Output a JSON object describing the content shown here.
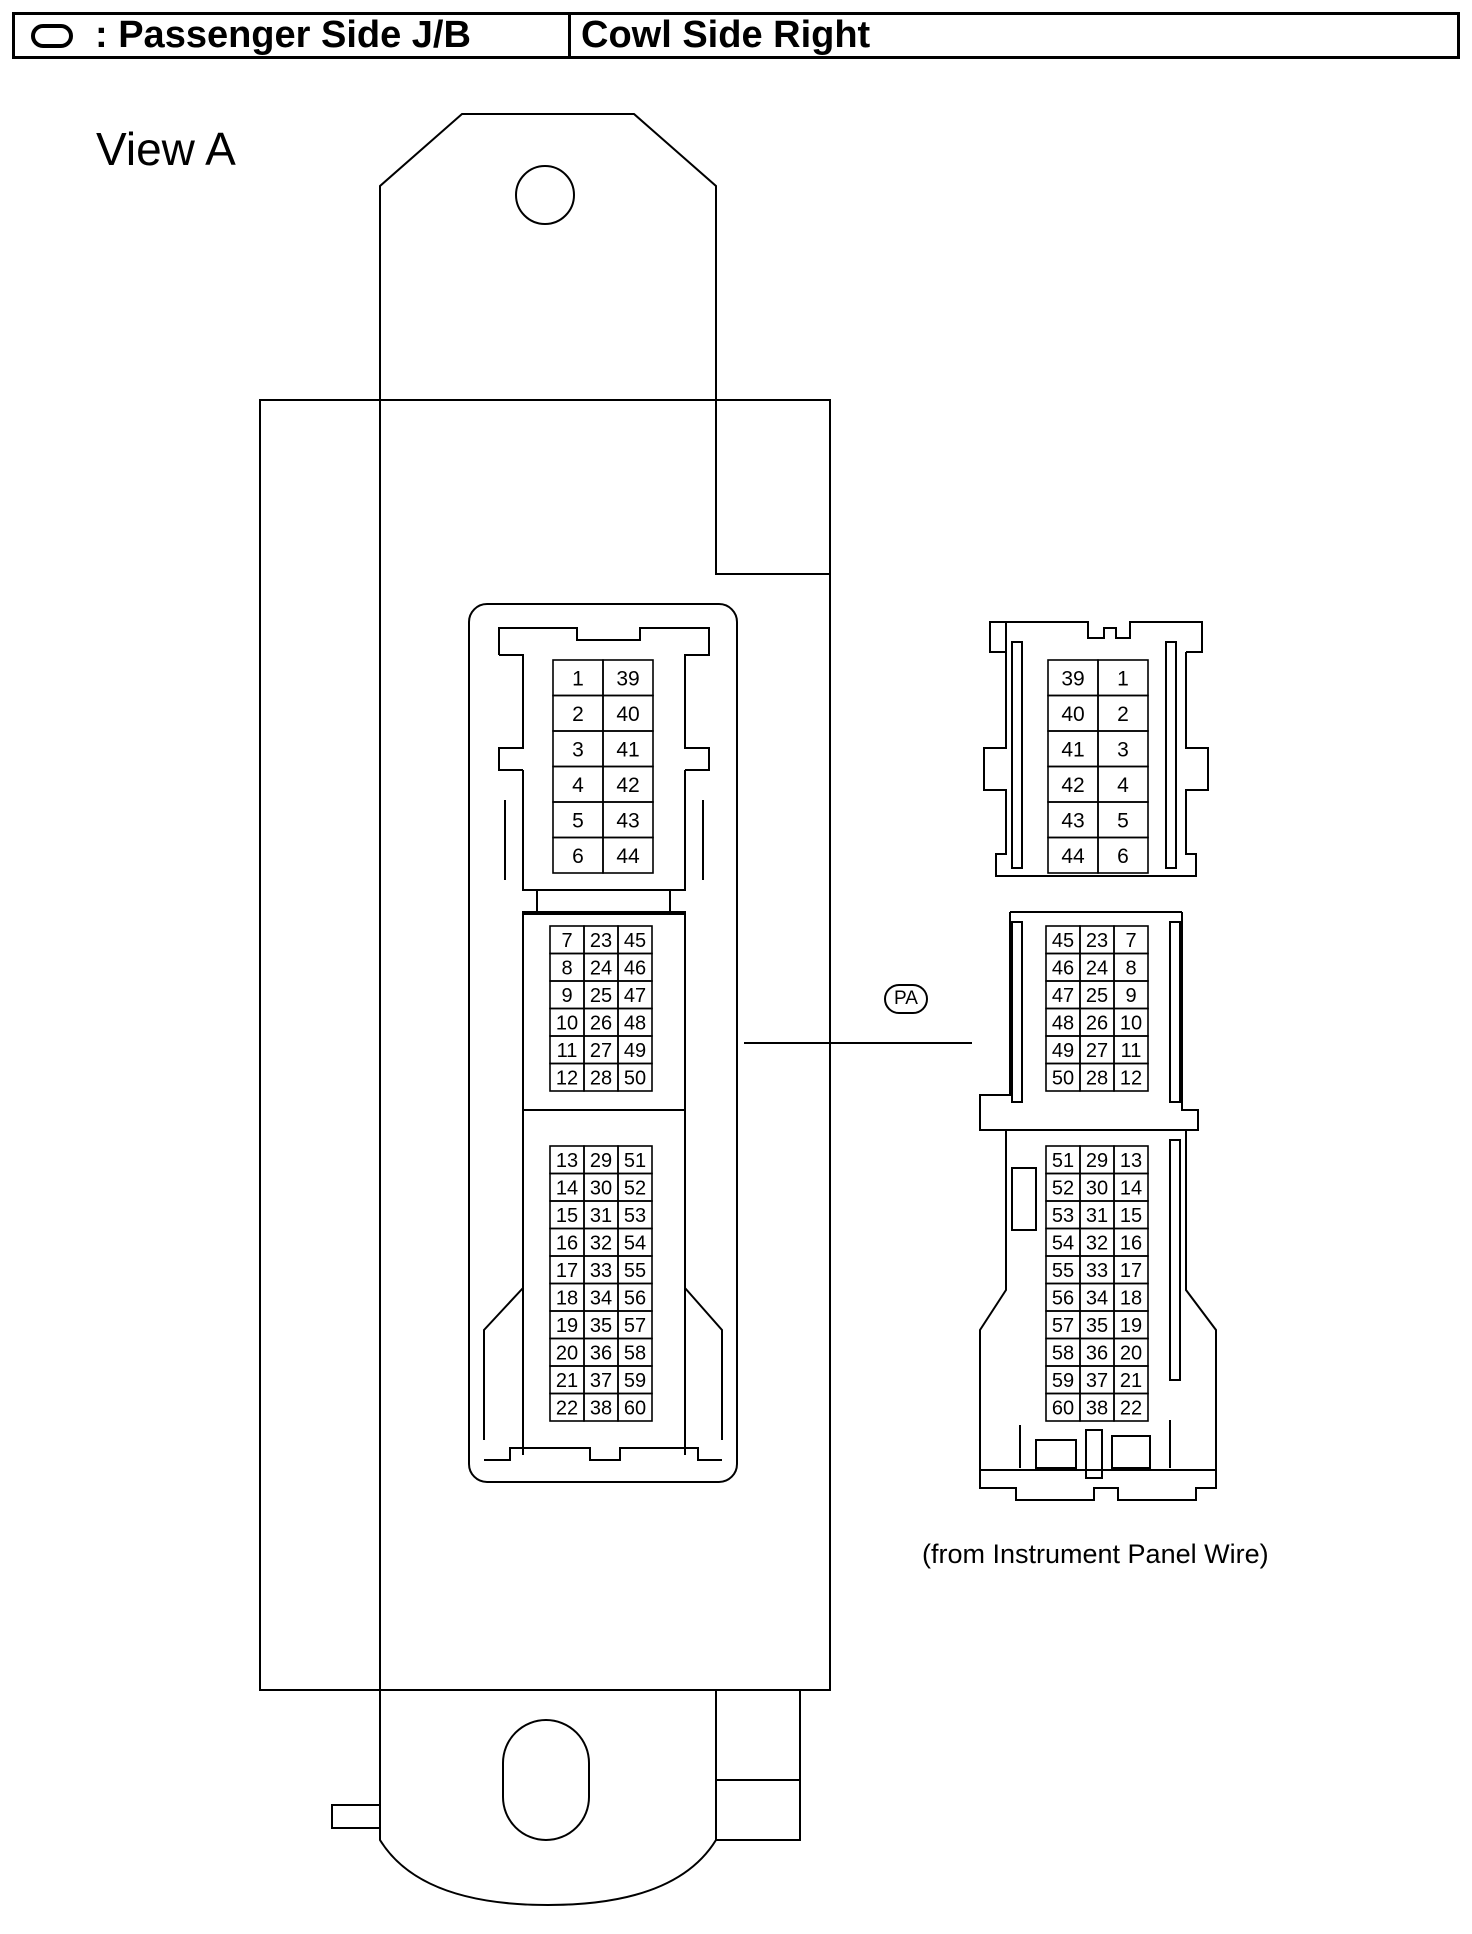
{
  "header": {
    "location_label": ": Passenger Side J/B",
    "position_label": "Cowl Side Right",
    "symbol_icon": "oval-icon"
  },
  "view_label": "View A",
  "connector_code": "PA",
  "mating_note": "(from Instrument Panel Wire)",
  "jb_side": {
    "block_top": [
      [
        "1",
        "39"
      ],
      [
        "2",
        "40"
      ],
      [
        "3",
        "41"
      ],
      [
        "4",
        "42"
      ],
      [
        "5",
        "43"
      ],
      [
        "6",
        "44"
      ]
    ],
    "block_mid": [
      [
        "7",
        "23",
        "45"
      ],
      [
        "8",
        "24",
        "46"
      ],
      [
        "9",
        "25",
        "47"
      ],
      [
        "10",
        "26",
        "48"
      ],
      [
        "11",
        "27",
        "49"
      ],
      [
        "12",
        "28",
        "50"
      ]
    ],
    "block_bot": [
      [
        "13",
        "29",
        "51"
      ],
      [
        "14",
        "30",
        "52"
      ],
      [
        "15",
        "31",
        "53"
      ],
      [
        "16",
        "32",
        "54"
      ],
      [
        "17",
        "33",
        "55"
      ],
      [
        "18",
        "34",
        "56"
      ],
      [
        "19",
        "35",
        "57"
      ],
      [
        "20",
        "36",
        "58"
      ],
      [
        "21",
        "37",
        "59"
      ],
      [
        "22",
        "38",
        "60"
      ]
    ]
  },
  "wire_side": {
    "block_top": [
      [
        "39",
        "1"
      ],
      [
        "40",
        "2"
      ],
      [
        "41",
        "3"
      ],
      [
        "42",
        "4"
      ],
      [
        "43",
        "5"
      ],
      [
        "44",
        "6"
      ]
    ],
    "block_mid": [
      [
        "45",
        "23",
        "7"
      ],
      [
        "46",
        "24",
        "8"
      ],
      [
        "47",
        "25",
        "9"
      ],
      [
        "48",
        "26",
        "10"
      ],
      [
        "49",
        "27",
        "11"
      ],
      [
        "50",
        "28",
        "12"
      ]
    ],
    "block_bot": [
      [
        "51",
        "29",
        "13"
      ],
      [
        "52",
        "30",
        "14"
      ],
      [
        "53",
        "31",
        "15"
      ],
      [
        "54",
        "32",
        "16"
      ],
      [
        "55",
        "33",
        "17"
      ],
      [
        "56",
        "34",
        "18"
      ],
      [
        "57",
        "35",
        "19"
      ],
      [
        "58",
        "36",
        "20"
      ],
      [
        "59",
        "37",
        "21"
      ],
      [
        "60",
        "38",
        "22"
      ]
    ]
  }
}
